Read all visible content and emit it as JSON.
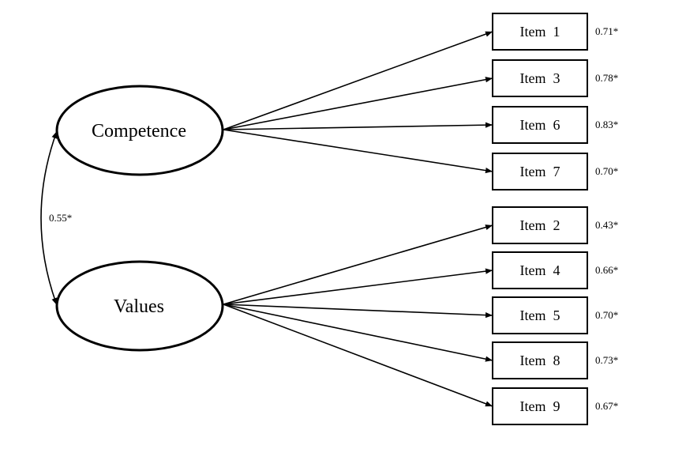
{
  "factors": [
    {
      "id": "competence",
      "label": "Competence",
      "items": [
        {
          "label": "Item  1",
          "loading": "0.71*"
        },
        {
          "label": "Item  3",
          "loading": "0.78*"
        },
        {
          "label": "Item  6",
          "loading": "0.83*"
        },
        {
          "label": "Item  7",
          "loading": "0.70*"
        }
      ]
    },
    {
      "id": "values",
      "label": "Values",
      "items": [
        {
          "label": "Item  2",
          "loading": "0.43*"
        },
        {
          "label": "Item  4",
          "loading": "0.66*"
        },
        {
          "label": "Item  5",
          "loading": "0.70*"
        },
        {
          "label": "Item  8",
          "loading": "0.73*"
        },
        {
          "label": "Item  9",
          "loading": "0.67*"
        }
      ]
    }
  ],
  "correlation": "0.55*"
}
